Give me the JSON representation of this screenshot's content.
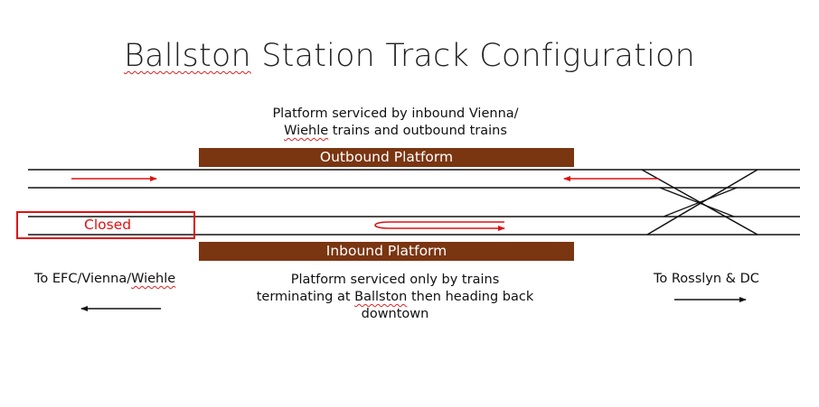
{
  "title": {
    "part1": "Ballston",
    "part2": " Station Track Configuration"
  },
  "notes": {
    "outbound_service": {
      "line1": "Platform serviced by inbound Vienna/",
      "line2_word": "Wiehle",
      "line2_rest": " trains and outbound trains"
    },
    "inbound_service": {
      "line1": "Platform serviced only by trains",
      "line2_pre": "terminating at ",
      "line2_word": "Ballston",
      "line2_post": " then heading back",
      "line3": "downtown"
    }
  },
  "platforms": {
    "outbound": "Outbound Platform",
    "inbound": "Inbound Platform"
  },
  "closed_label": "Closed",
  "destinations": {
    "west_pre": "To EFC/Vienna/",
    "west_word": "Wiehle",
    "east": "To Rosslyn & DC"
  },
  "colors": {
    "platform": "#7a3511",
    "highlight": "#e01010",
    "track": "#111111"
  },
  "icons": {
    "west_arrow": "arrow-left",
    "east_arrow": "arrow-right",
    "train_arrows": "red-arrows",
    "crossover": "scissors-crossover"
  }
}
